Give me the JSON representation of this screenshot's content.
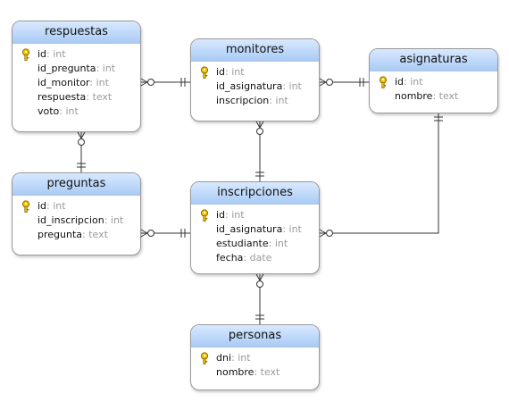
{
  "entities": {
    "respuestas": {
      "title": "respuestas",
      "attrs": [
        {
          "name": "id",
          "type": ": int",
          "pk": true
        },
        {
          "name": "id_pregunta",
          "type": ": int",
          "pk": false
        },
        {
          "name": "id_monitor",
          "type": ": int",
          "pk": false
        },
        {
          "name": "respuesta",
          "type": ": text",
          "pk": false
        },
        {
          "name": "voto",
          "type": ": int",
          "pk": false
        }
      ]
    },
    "monitores": {
      "title": "monitores",
      "attrs": [
        {
          "name": "id",
          "type": ": int",
          "pk": true
        },
        {
          "name": "id_asignatura",
          "type": ": int",
          "pk": false
        },
        {
          "name": "inscripcion",
          "type": ": int",
          "pk": false
        }
      ]
    },
    "asignaturas": {
      "title": "asignaturas",
      "attrs": [
        {
          "name": "id",
          "type": ": int",
          "pk": true
        },
        {
          "name": "nombre",
          "type": ": text",
          "pk": false
        }
      ]
    },
    "preguntas": {
      "title": "preguntas",
      "attrs": [
        {
          "name": "id",
          "type": ": int",
          "pk": true
        },
        {
          "name": "id_inscripcion",
          "type": ": int",
          "pk": false
        },
        {
          "name": "pregunta",
          "type": ": text",
          "pk": false
        }
      ]
    },
    "inscripciones": {
      "title": "inscripciones",
      "attrs": [
        {
          "name": "id",
          "type": ": int",
          "pk": true
        },
        {
          "name": "id_asignatura",
          "type": ": int",
          "pk": false
        },
        {
          "name": "estudiante",
          "type": ": int",
          "pk": false
        },
        {
          "name": "fecha",
          "type": ": date",
          "pk": false
        }
      ]
    },
    "personas": {
      "title": "personas",
      "attrs": [
        {
          "name": "dni",
          "type": ": int",
          "pk": true
        },
        {
          "name": "nombre",
          "type": ": text",
          "pk": false
        }
      ]
    }
  },
  "colors": {
    "header_top": "#d9e9ff",
    "header_bottom": "#a9cbf5",
    "border": "#9a9a9a",
    "type_text": "#9a9a9a",
    "connector": "#333333",
    "key_fill": "#f2c200"
  },
  "icons": {
    "primary_key": "key-icon"
  }
}
